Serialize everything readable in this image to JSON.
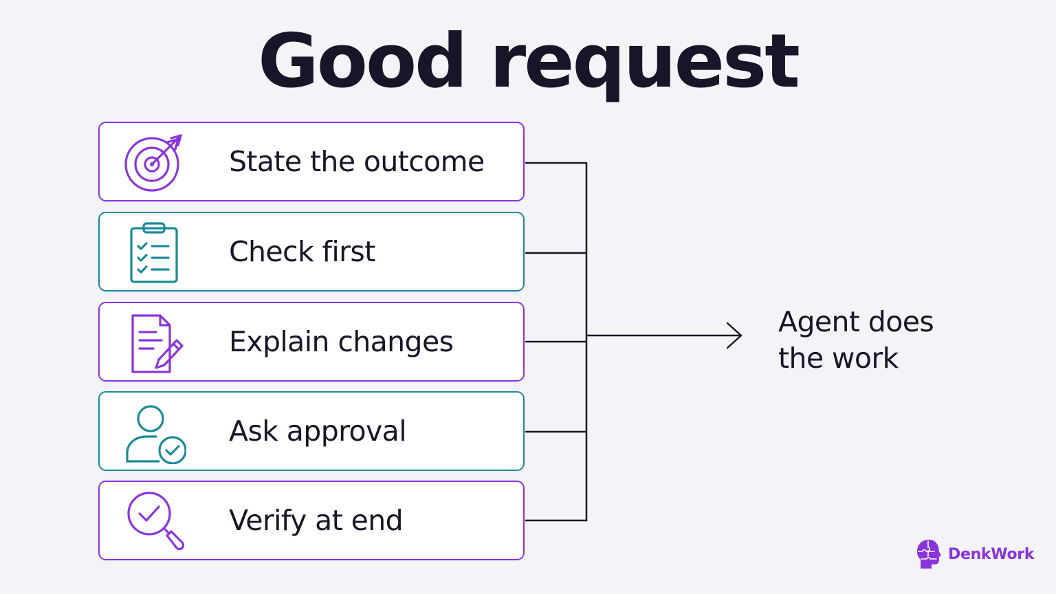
{
  "title": "Good request",
  "steps": [
    {
      "label": "State the outcome",
      "icon": "target-icon",
      "color": "#8a35dc"
    },
    {
      "label": "Check first",
      "icon": "clipboard-checklist-icon",
      "color": "#1a8a9a"
    },
    {
      "label": "Explain changes",
      "icon": "document-pencil-icon",
      "color": "#8a35dc"
    },
    {
      "label": "Ask approval",
      "icon": "user-check-icon",
      "color": "#1a8a9a"
    },
    {
      "label": "Verify at end",
      "icon": "magnifier-check-icon",
      "color": "#8a35dc"
    }
  ],
  "result": {
    "line1": "Agent does",
    "line2": "the work"
  },
  "brand": {
    "name": "DenkWork",
    "icon": "puzzle-head-icon",
    "color": "#8a35dc"
  },
  "colors": {
    "purple": "#8a35dc",
    "teal": "#1a8a9a",
    "text": "#161628",
    "background": "#f4f4f8"
  }
}
